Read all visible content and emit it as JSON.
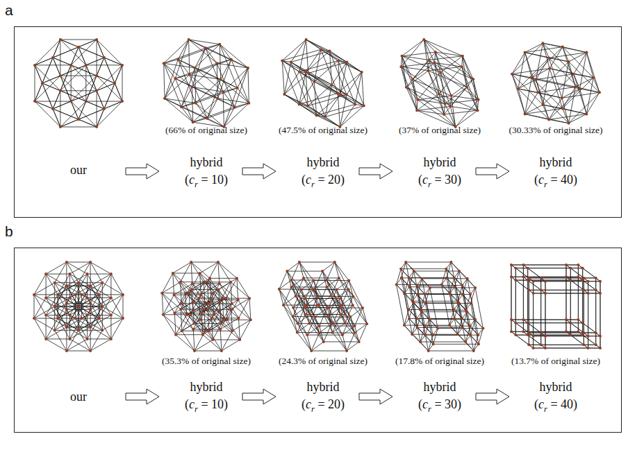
{
  "diagram": {
    "nodes": [
      {
        "text": [
          "a"
        ]
      },
      {
        "text": [
          "b"
        ]
      }
    ],
    "labels": [
      "(66% of original size)",
      "(47.5% of original size)",
      "(37% of original size)",
      "(30.33% of original size)",
      "our",
      "hybrid",
      "(cr = 10)",
      "hybrid",
      "(cr = 20)",
      "hybrid",
      "(cr = 30)",
      "hybrid",
      "(cr = 40)",
      "(35.3% of original size)",
      "(24.3% of original size)",
      "(17.8% of original size)",
      "(13.7% of original size)",
      "our",
      "hybrid",
      "(cr = 10)",
      "hybrid",
      "(cr = 20)",
      "hybrid",
      "(cr = 30)",
      "hybrid",
      "(cr = 40)"
    ]
  }
}
